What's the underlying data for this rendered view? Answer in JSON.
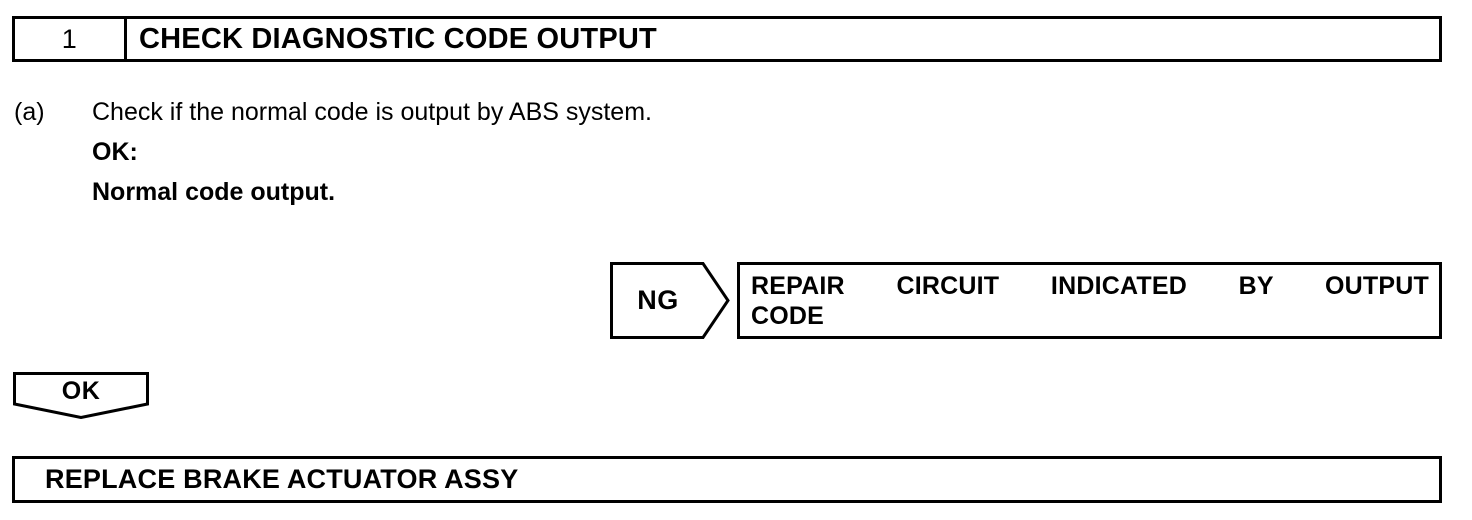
{
  "step_header": {
    "number": "1",
    "title": "CHECK DIAGNOSTIC CODE OUTPUT"
  },
  "instructions": [
    {
      "marker": "(a)",
      "text": "Check if the normal code is output by ABS system.",
      "bold": false
    },
    {
      "marker": "",
      "text": "OK:",
      "bold": true
    },
    {
      "marker": "",
      "text": "Normal code output.",
      "bold": true
    }
  ],
  "ng_branch": {
    "flag_label": "NG",
    "result_line_1": "REPAIR CIRCUIT INDICATED BY OUTPUT",
    "result_line_2": "CODE"
  },
  "ok_branch": {
    "flag_label": "OK"
  },
  "final_action": {
    "text": "REPLACE BRAKE ACTUATOR ASSY"
  },
  "colors": {
    "ink": "#000000",
    "paper": "#ffffff"
  }
}
